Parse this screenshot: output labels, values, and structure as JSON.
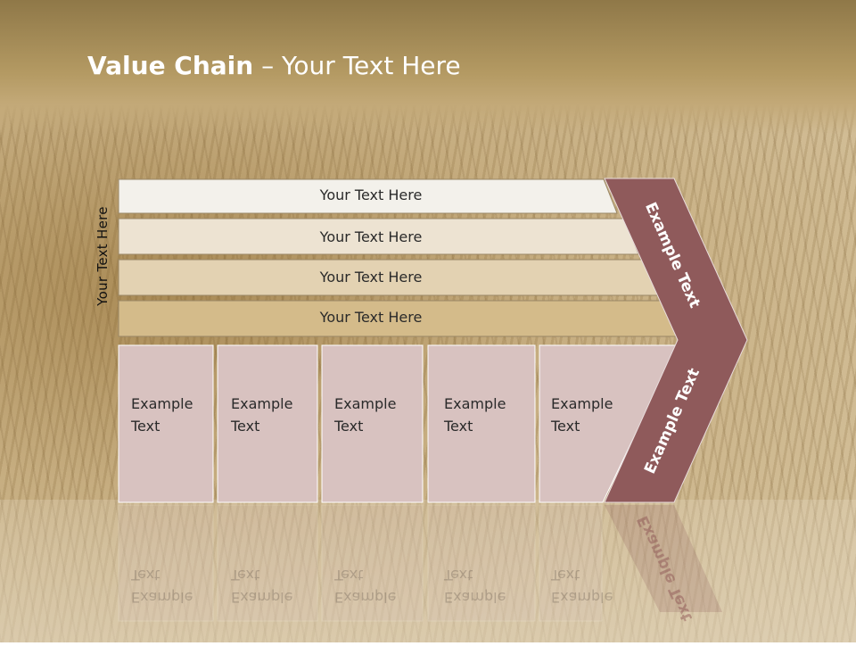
{
  "title": {
    "bold": "Value Chain",
    "rest": " – Your Text Here"
  },
  "side_label": "Your Text Here",
  "bars": [
    {
      "label": "Your Text Here",
      "color": "#f3f1eb"
    },
    {
      "label": "Your Text Here",
      "color": "#ede3d2"
    },
    {
      "label": "Your Text Here",
      "color": "#e3d2b2"
    },
    {
      "label": "Your Text Here",
      "color": "#d4bb8a"
    }
  ],
  "columns": [
    {
      "line1": "Example",
      "line2": "Text"
    },
    {
      "line1": "Example",
      "line2": "Text"
    },
    {
      "line1": "Example",
      "line2": "Text"
    },
    {
      "line1": "Example",
      "line2": "Text"
    },
    {
      "line1": "Example",
      "line2": "Text"
    }
  ],
  "chevron": {
    "upper_label": "Example Text",
    "lower_label": "Example Text",
    "color": "#8f5a5b"
  },
  "colors": {
    "column_fill": "#d8c2c0",
    "column_border": "#ffffff",
    "bar_border": "#9a8766"
  }
}
